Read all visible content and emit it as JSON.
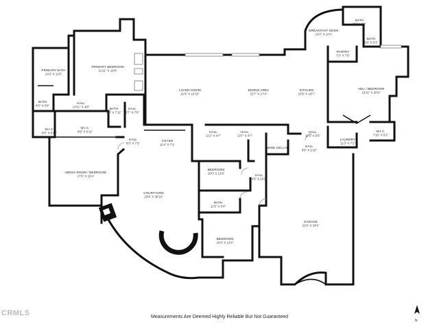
{
  "footer_note": "Measurements Are Deemed Highly Reliable But Not Guaranteed",
  "watermark": "CRMLS",
  "north_label": "N",
  "rooms": [
    {
      "name": "PRIMARY BATH",
      "dim": "10'2\" X 11'5\""
    },
    {
      "name": "PRIMARY BEDROOM",
      "dim": "21'11\" X 19'6\""
    },
    {
      "name": "BATH",
      "dim": "4'6\" X 6'9\""
    },
    {
      "name": "HALL",
      "dim": "13'11\" X 4'8\""
    },
    {
      "name": "BATH",
      "dim": "5'0\" X 7'11\""
    },
    {
      "name": "HALL",
      "dim": "5'7\" X 7'6\""
    },
    {
      "name": "W.I.C.",
      "dim": "8'9\" X 8'11\""
    },
    {
      "name": "W.I.C.",
      "dim": "9'8\" X 6'11\""
    },
    {
      "name": "LIVING ROOM",
      "dim": "21'5\" X 16'10\""
    },
    {
      "name": "DINING AREA",
      "dim": "15'7\" X 17'4\""
    },
    {
      "name": "KITCHEN",
      "dim": "10'5\" X 18'7\""
    },
    {
      "name": "BREAKFAST NOOK",
      "dim": "10'3\" X 10'3\""
    },
    {
      "name": "BATH",
      "dim": "8'9\" X 5'8\""
    },
    {
      "name": "BATH",
      "dim": "5'8\" X 5'2\""
    },
    {
      "name": "PANTRY",
      "dim": "7'3\" X 7'5\""
    },
    {
      "name": "ADU / BEDROOM",
      "dim": "19'11\" X 20'9\""
    },
    {
      "name": "HALL",
      "dim": "11'2\" X 4'7\""
    },
    {
      "name": "HALL",
      "dim": "13'7\" X 4'7\""
    },
    {
      "name": "HALL",
      "dim": "11'6\" X 5'9\""
    },
    {
      "name": "HALL",
      "dim": "9'3\" X 7'5\""
    },
    {
      "name": "FOYER",
      "dim": "11'4\" X 7'1\""
    },
    {
      "name": "WINE CELLAR",
      "dim": ""
    },
    {
      "name": "HALL",
      "dim": "8'8\" X 2'10\""
    },
    {
      "name": "LAUNDRY",
      "dim": "11'3\" X 7'2\""
    },
    {
      "name": "W.I.C.",
      "dim": "7'10\" X 5'2\""
    },
    {
      "name": "MEDIA ROOM / BEDROOM",
      "dim": "17'5\" X 16'4\""
    },
    {
      "name": "BEDROOM",
      "dim": "15'0\" X 12'8\""
    },
    {
      "name": "HALL",
      "dim": "4'9\" X 16'9\""
    },
    {
      "name": "COURTYARD",
      "dim": "23'8\" X 30'10\""
    },
    {
      "name": "BATH",
      "dim": "12'5\" X 5'4\""
    },
    {
      "name": "GARAGE",
      "dim": "22'9\" X 34'5\""
    },
    {
      "name": "BEDROOM",
      "dim": "15'4\" X 13'4\""
    }
  ]
}
